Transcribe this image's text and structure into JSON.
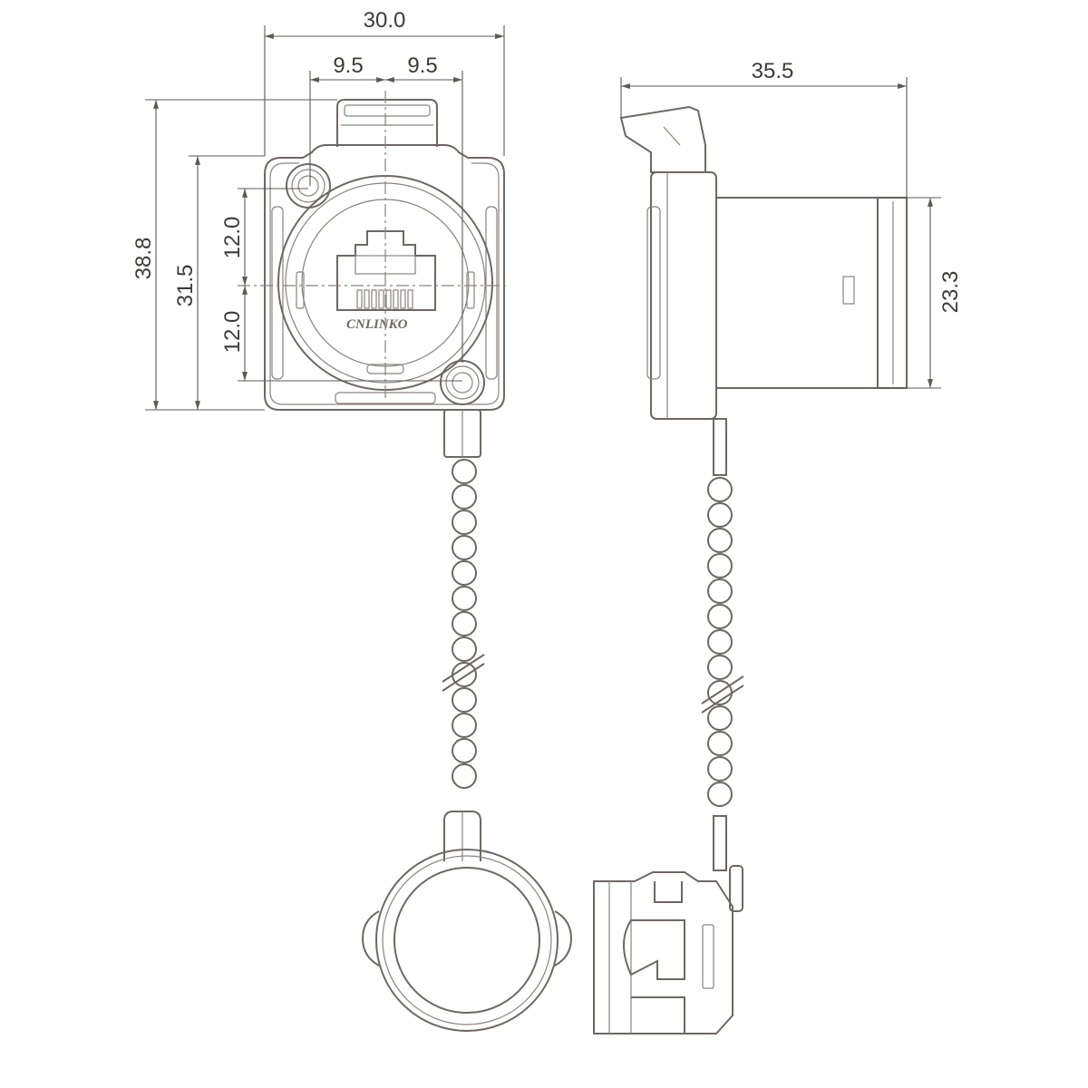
{
  "dimensions": {
    "front_width": "30.0",
    "hole_offset_left": "9.5",
    "hole_offset_right": "9.5",
    "front_total_height": "38.8",
    "front_body_height": "31.5",
    "center_upper": "12.0",
    "center_lower": "12.0",
    "side_depth": "35.5",
    "side_body_height": "23.3"
  },
  "logo_text": "CNLINKO",
  "line_color": "#6e6763"
}
